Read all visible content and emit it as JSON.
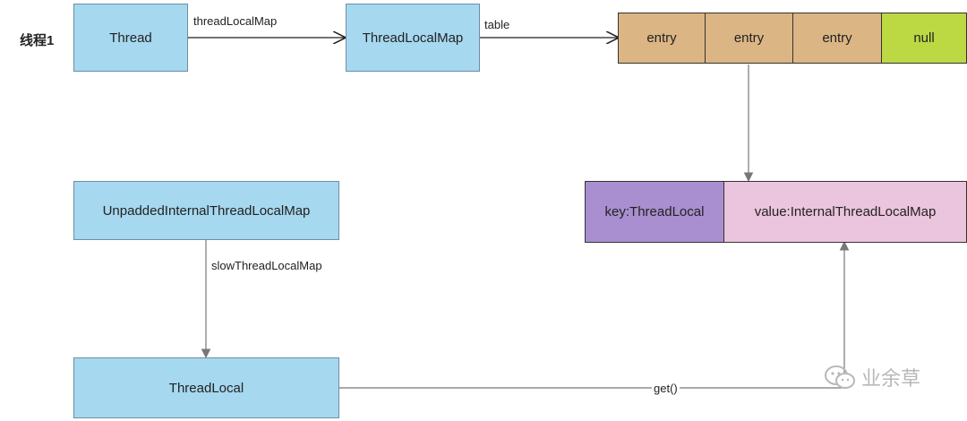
{
  "thread_label": "线程1",
  "nodes": {
    "thread": "Thread",
    "threadlocalmap": "ThreadLocalMap",
    "unpadded": "UnpaddedInternalThreadLocalMap",
    "threadlocal": "ThreadLocal"
  },
  "table_cells": [
    "entry",
    "entry",
    "entry",
    "null"
  ],
  "entry_detail": {
    "key": "key:ThreadLocal",
    "value": "value:InternalThreadLocalMap"
  },
  "edge_labels": {
    "thread_to_map": "threadLocalMap",
    "map_to_table": "table",
    "unpadded_to_threadlocal": "slowThreadLocalMap",
    "threadlocal_get": "get()"
  },
  "watermark": "业余草",
  "colors": {
    "node_blue": "#a6d8ef",
    "entry": "#dcb584",
    "null": "#bcd843",
    "key": "#a98fcf",
    "value": "#ebc4dd"
  }
}
